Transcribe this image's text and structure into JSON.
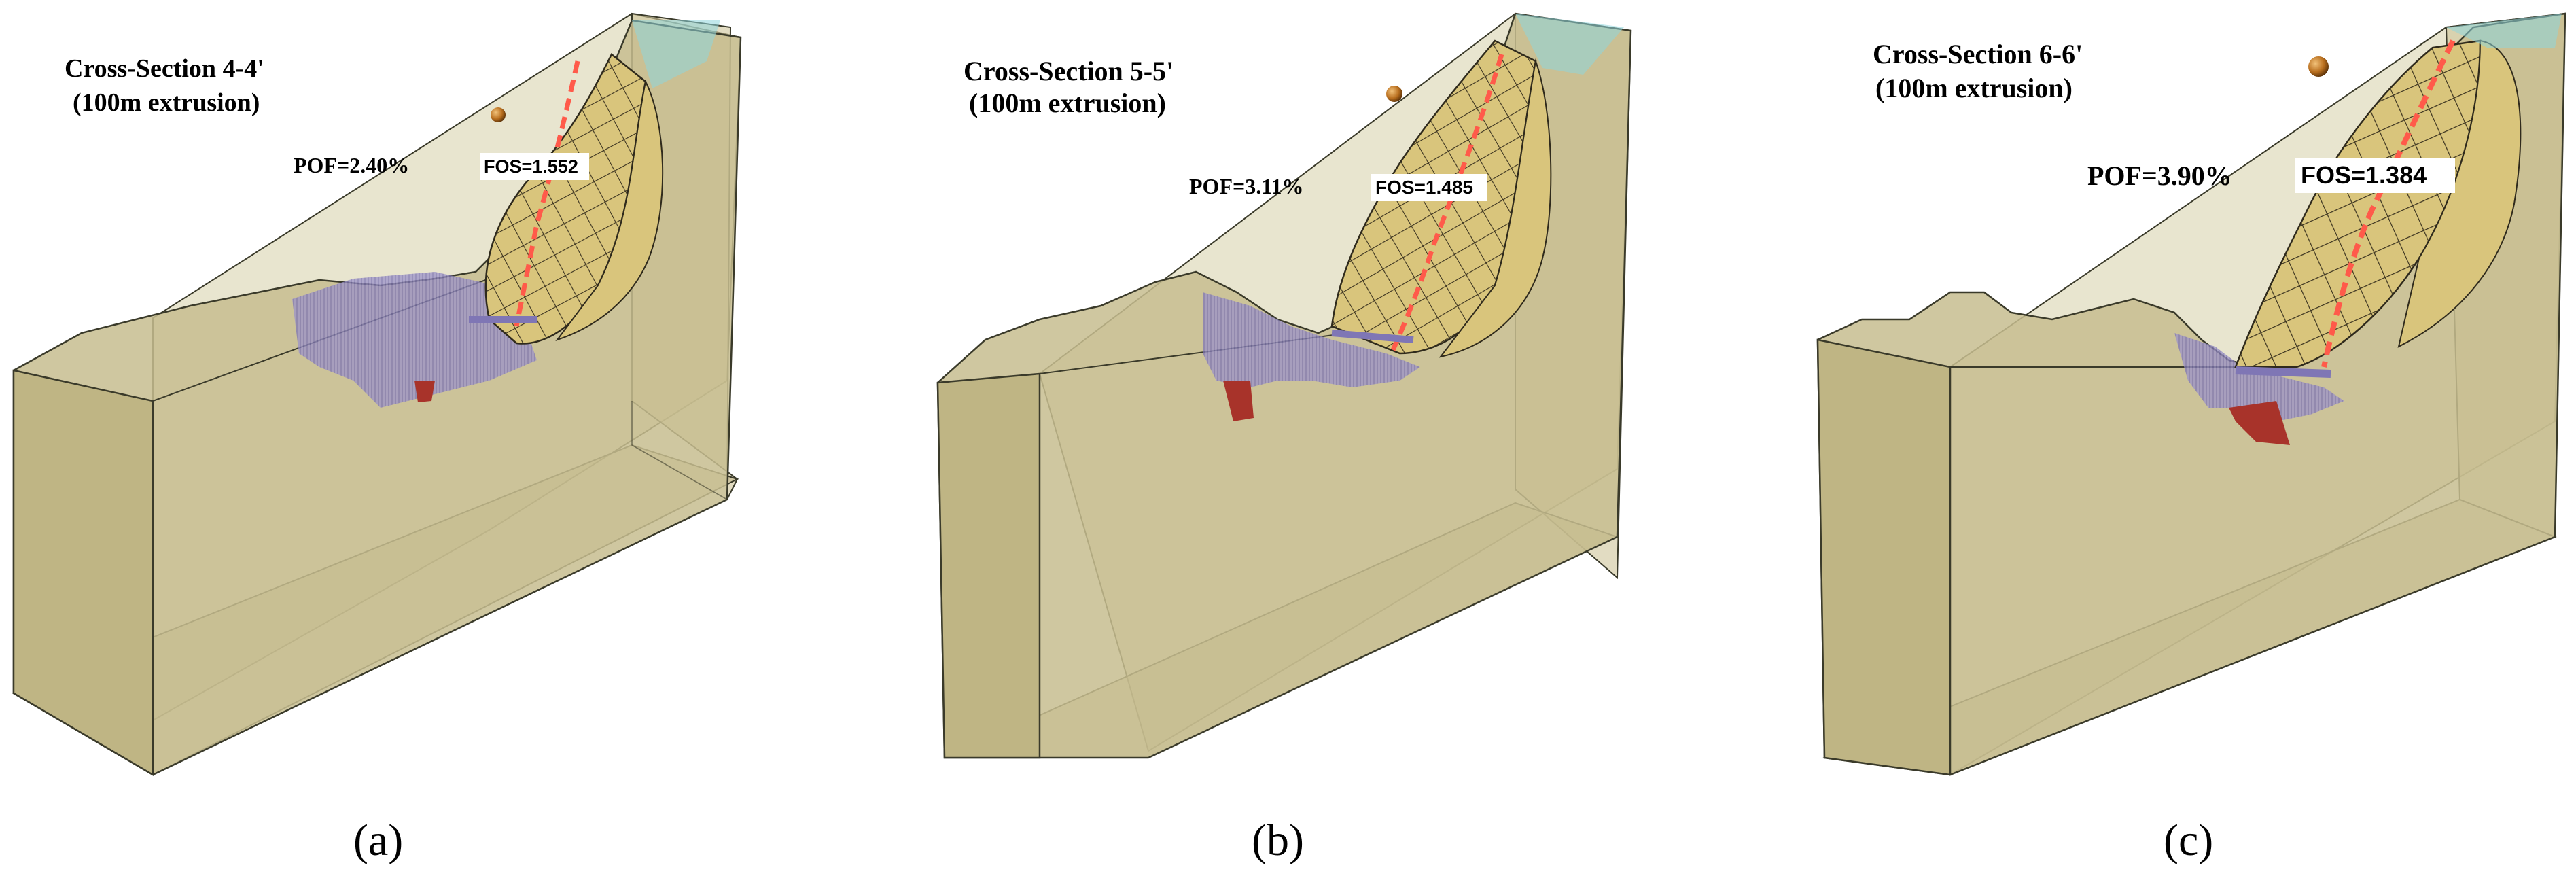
{
  "panels": [
    {
      "id": "a",
      "title_line1": "Cross-Section 4-4'",
      "title_line2": "(100m extrusion)",
      "pof_label": "POF=2.40%",
      "fos_label": "FOS=1.552",
      "caption": "(a)"
    },
    {
      "id": "b",
      "title_line1": "Cross-Section 5-5'",
      "title_line2": "(100m extrusion)",
      "pof_label": "POF=3.11%",
      "fos_label": "FOS=1.485",
      "caption": "(b)"
    },
    {
      "id": "c",
      "title_line1": "Cross-Section 6-6'",
      "title_line2": "(100m extrusion)",
      "pof_label": "POF=3.90%",
      "fos_label": "FOS=1.384",
      "caption": "(c)"
    }
  ],
  "colors": {
    "block_fill": "#c9bf92",
    "block_edge": "#3a3a2a",
    "slip_mesh": "#d8c47a",
    "critical_line": "#ff5a4a",
    "failed_mass": "#8f86c4",
    "deep_failure": "#a8332a",
    "crest_cyan": "#8ed6dc",
    "marker": "#b96f1f"
  }
}
